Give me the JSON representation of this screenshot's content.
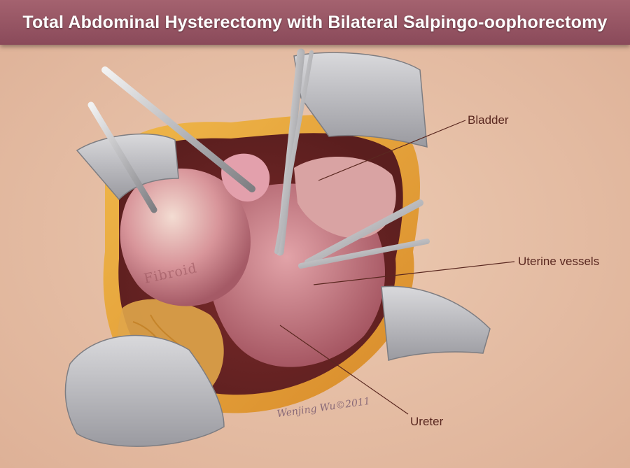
{
  "title": "Total Abdominal Hysterectomy with Bilateral Salpingo-oophorectomy",
  "labels": {
    "bladder": "Bladder",
    "uterine_vessels": "Uterine vessels",
    "ureter": "Ureter"
  },
  "organ_text": "Fibroid",
  "signature": "Wenjing Wu©2011",
  "colors": {
    "title_bar": "#99586a",
    "background_skin": "#e6bfa4",
    "label_text": "#5a2820"
  }
}
